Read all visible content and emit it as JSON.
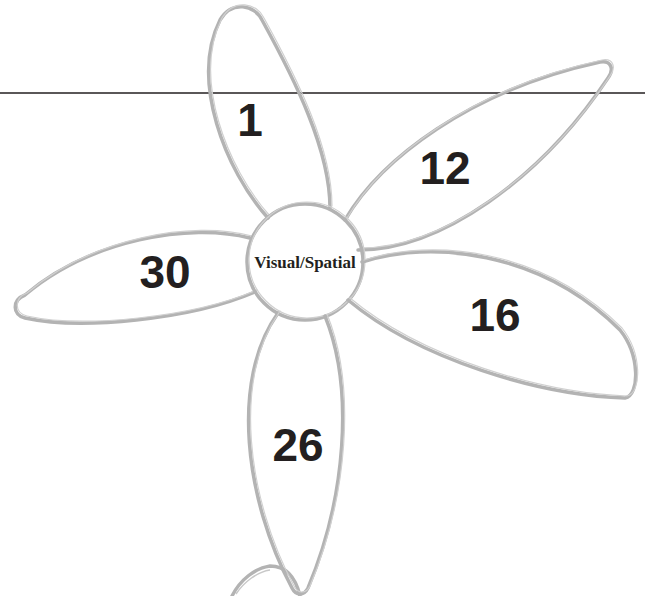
{
  "diagram": {
    "nodes": [
      {
        "text": [
          "1"
        ]
      },
      {
        "text": [
          "12"
        ]
      },
      {
        "text": [
          "30"
        ]
      },
      {
        "text": [
          "Visual/Spatial"
        ]
      },
      {
        "text": [
          "16"
        ]
      },
      {
        "text": [
          "26"
        ]
      }
    ]
  }
}
